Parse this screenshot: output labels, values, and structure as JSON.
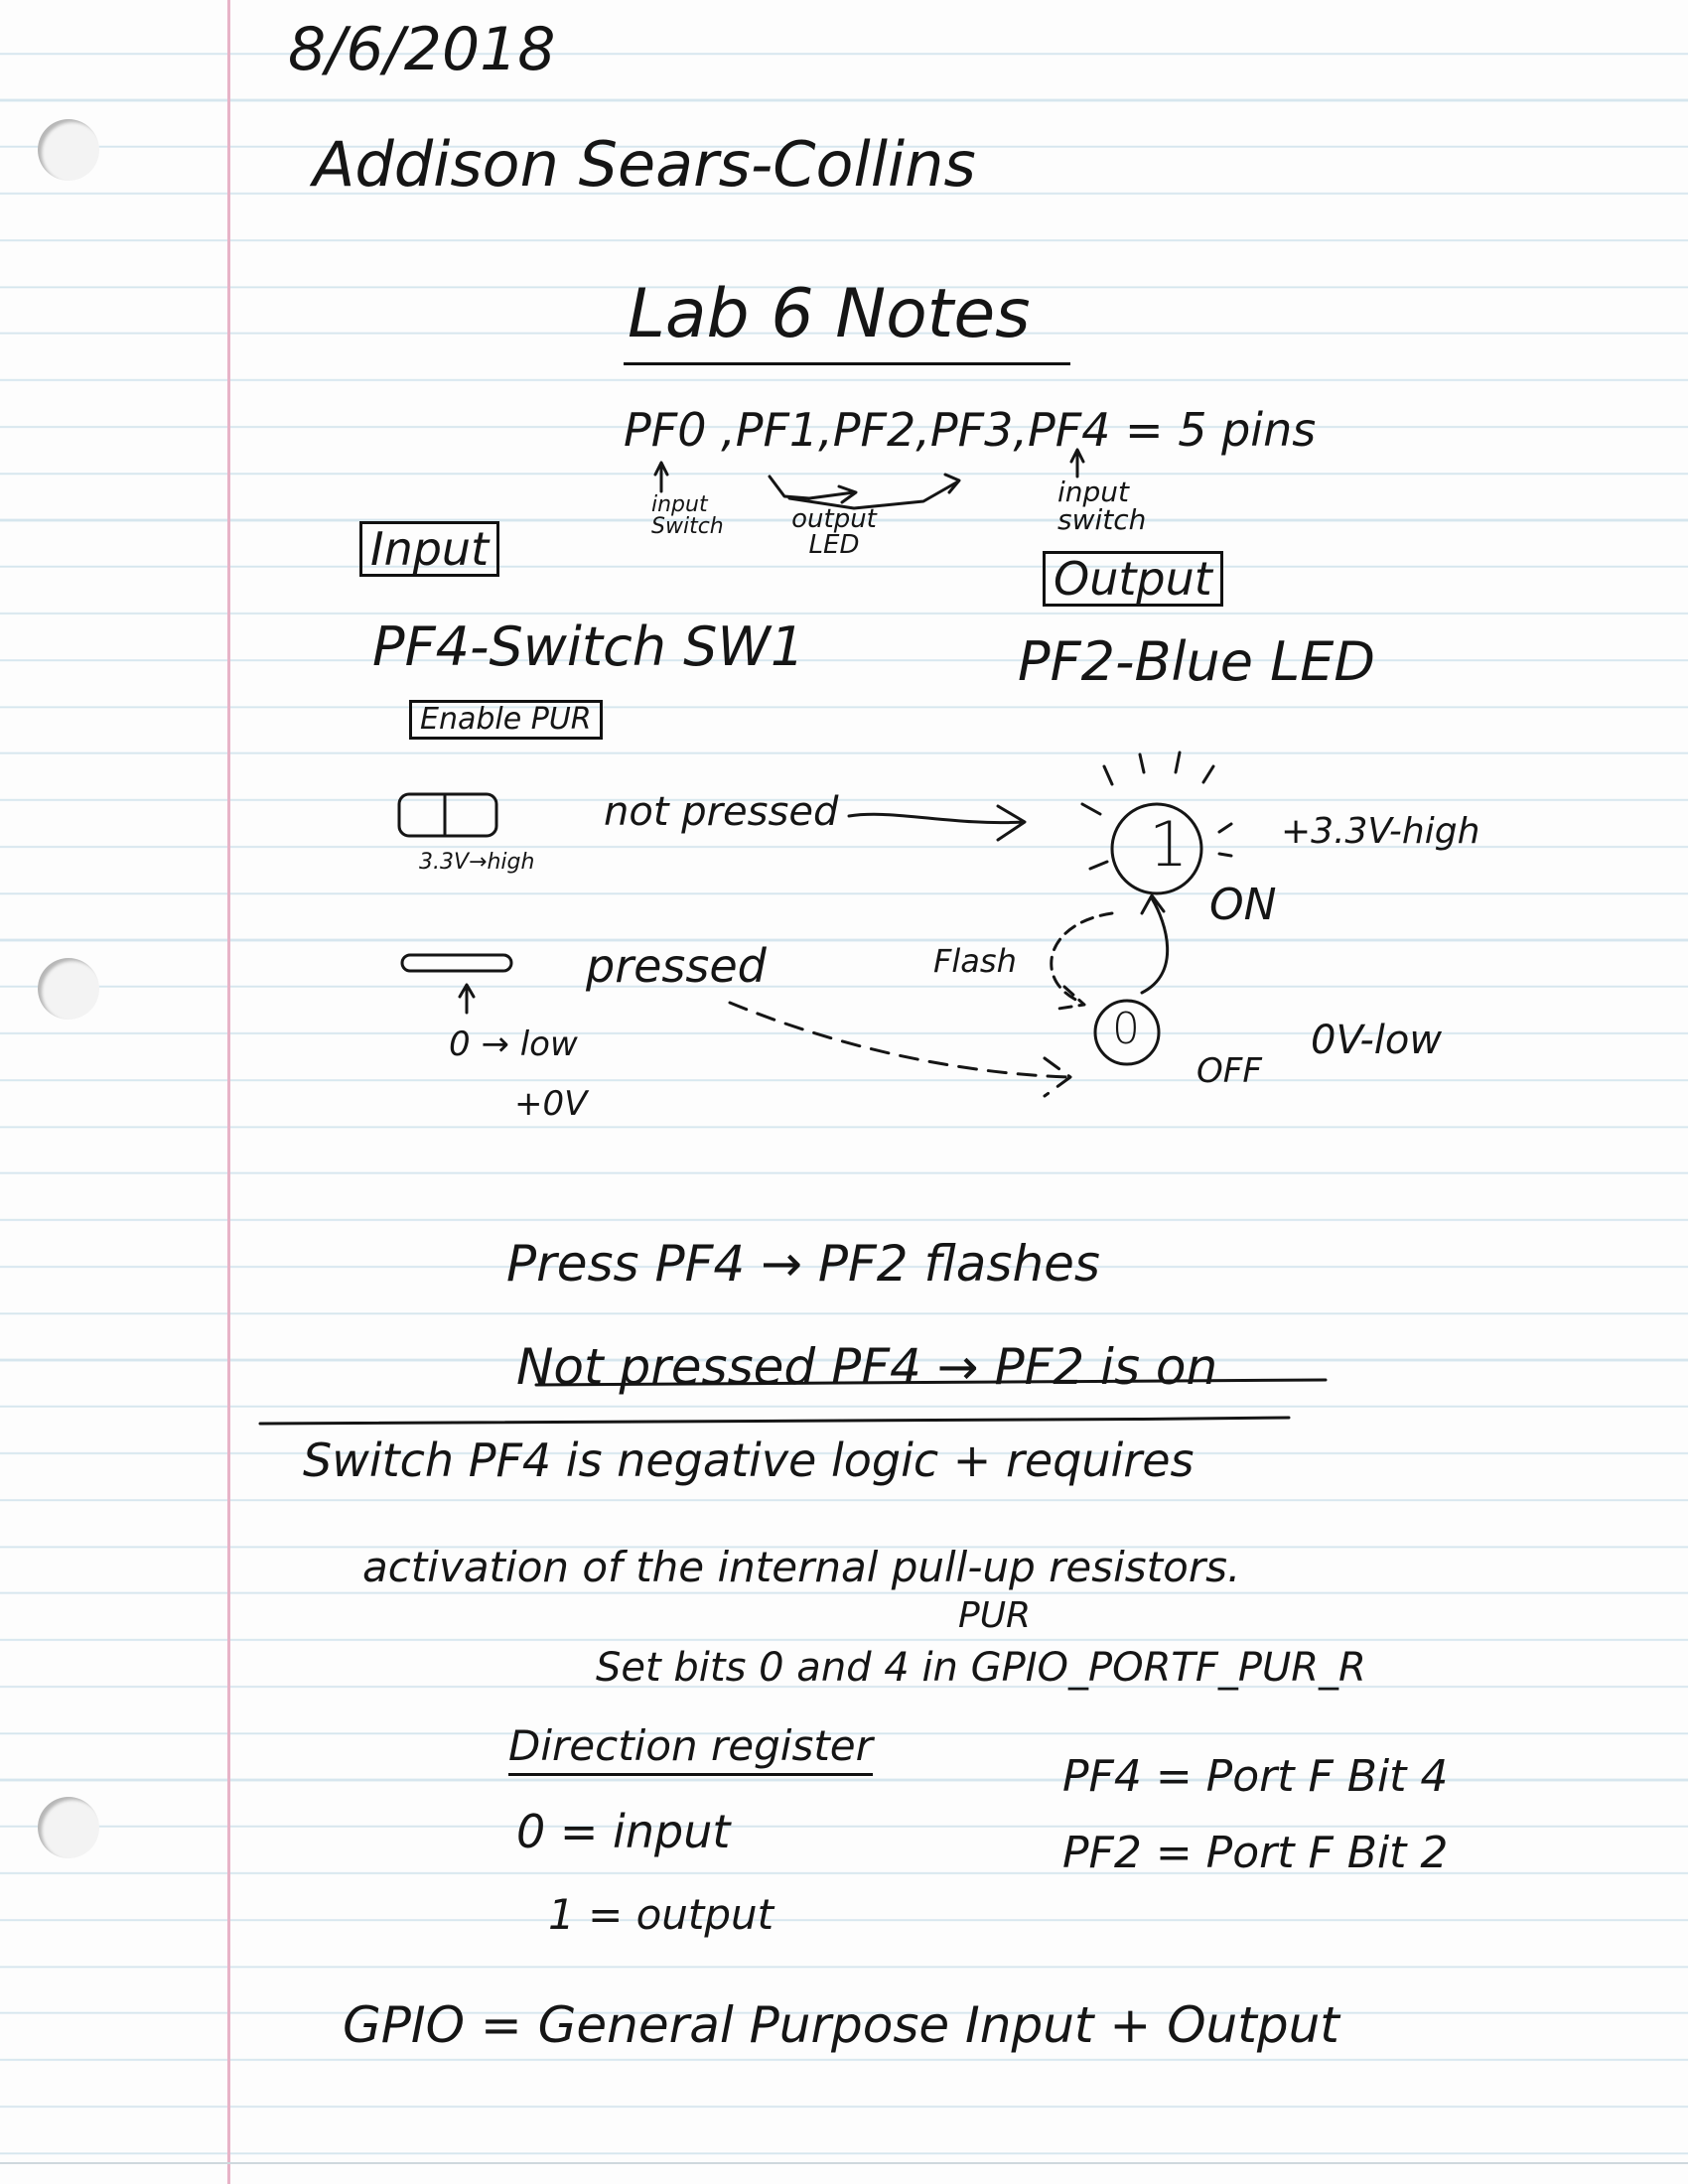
{
  "header": {
    "date": "8/6/2018",
    "author": "Addison Sears-Collins",
    "title": "Lab 6 Notes"
  },
  "pins": {
    "list": "PF0 ,PF1,PF2,PF3,PF4 = 5 pins",
    "note_input_left": "input Switch",
    "note_output_led": "output LED",
    "note_input_right": "input switch"
  },
  "input": {
    "box_label": "Input",
    "pin": "PF4-Switch SW1",
    "note": "Enable PUR"
  },
  "output": {
    "box_label": "Output",
    "pin": "PF2-Blue LED"
  },
  "diagram": {
    "switch_up_label": "3.3V→high",
    "not_pressed": "not pressed",
    "pressed": "pressed",
    "switch_down_low": "0 → low",
    "switch_down_volt": "+0V",
    "led_on_digit": "1",
    "led_on_volt": "+3.3V-high",
    "led_on_state": "ON",
    "flash": "Flash",
    "led_off_digit": "0",
    "led_off_state": "OFF",
    "led_off_volt": "0V-low"
  },
  "behavior": {
    "press": "Press PF4 → PF2 flashes",
    "not_pressed": "Not pressed PF4 → PF2 is on"
  },
  "explanation": {
    "line1": "Switch PF4 is negative logic + requires",
    "line2": "activation of the internal pull-up resistors.",
    "pur": "PUR",
    "set_bits": "Set bits 0 and 4 in GPIO_PORTF_PUR_R"
  },
  "direction": {
    "heading": "Direction register",
    "zero": "0 = input",
    "one": "1 = output",
    "pf4": "PF4 = Port F Bit 4",
    "pf2": "PF2 = Port F Bit 2"
  },
  "gpio": "GPIO = General Purpose Input + Output"
}
